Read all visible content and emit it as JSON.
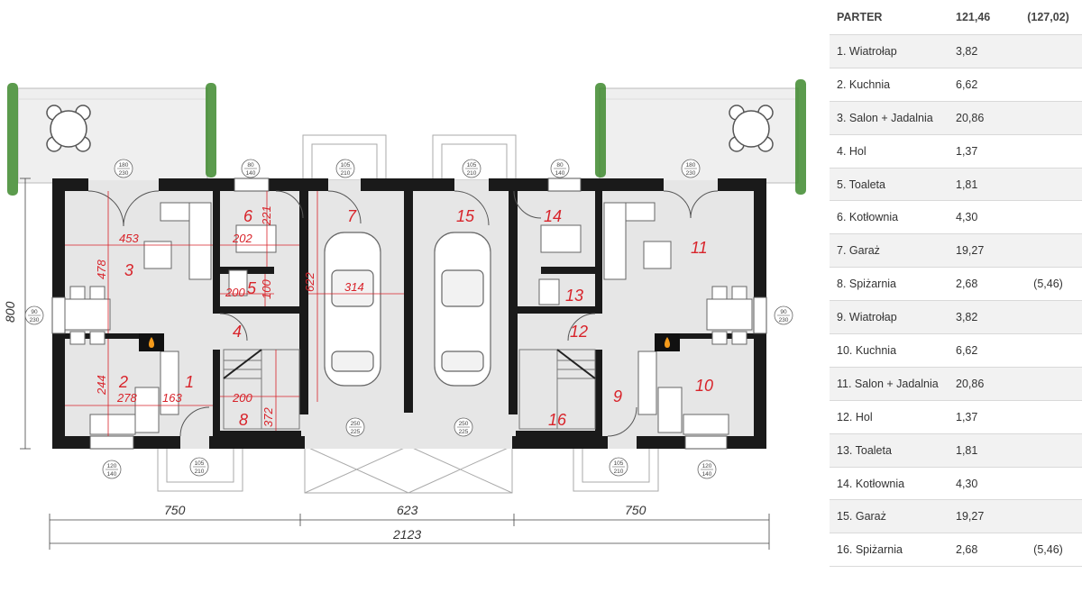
{
  "table": {
    "header": {
      "label": "PARTER",
      "area": "121,46",
      "alt": "(127,02)"
    },
    "rows": [
      {
        "label": "1. Wiatrołap",
        "area": "3,82",
        "alt": ""
      },
      {
        "label": "2. Kuchnia",
        "area": "6,62",
        "alt": ""
      },
      {
        "label": "3. Salon + Jadalnia",
        "area": "20,86",
        "alt": ""
      },
      {
        "label": "4. Hol",
        "area": "1,37",
        "alt": ""
      },
      {
        "label": "5. Toaleta",
        "area": "1,81",
        "alt": ""
      },
      {
        "label": "6. Kotłownia",
        "area": "4,30",
        "alt": ""
      },
      {
        "label": "7. Garaż",
        "area": "19,27",
        "alt": ""
      },
      {
        "label": "8. Spiżarnia",
        "area": "2,68",
        "alt": "(5,46)"
      },
      {
        "label": "9. Wiatrołap",
        "area": "3,82",
        "alt": ""
      },
      {
        "label": "10. Kuchnia",
        "area": "6,62",
        "alt": ""
      },
      {
        "label": "11. Salon + Jadalnia",
        "area": "20,86",
        "alt": ""
      },
      {
        "label": "12. Hol",
        "area": "1,37",
        "alt": ""
      },
      {
        "label": "13. Toaleta",
        "area": "1,81",
        "alt": ""
      },
      {
        "label": "14. Kotłownia",
        "area": "4,30",
        "alt": ""
      },
      {
        "label": "15. Garaż",
        "area": "19,27",
        "alt": ""
      },
      {
        "label": "16. Spiżarnia",
        "area": "2,68",
        "alt": "(5,46)"
      }
    ]
  },
  "plan": {
    "room_numbers": [
      "1",
      "2",
      "3",
      "4",
      "5",
      "6",
      "7",
      "8",
      "9",
      "10",
      "11",
      "12",
      "13",
      "14",
      "15",
      "16"
    ],
    "inner_dims": {
      "d453": "453",
      "d478": "478",
      "d244": "244",
      "d278": "278",
      "d163": "163",
      "d221": "221",
      "d202": "202",
      "d200a": "200",
      "d100": "100",
      "d622": "622",
      "d314": "314",
      "d200b": "200",
      "d372": "372"
    },
    "outer_dims": {
      "left": "750",
      "middle": "623",
      "right": "750",
      "total": "2123",
      "height": "800"
    },
    "tags": {
      "t180_230_l": [
        "180",
        "230"
      ],
      "t80_140_l": [
        "80",
        "140"
      ],
      "t105_210_g7": [
        "105",
        "210"
      ],
      "t105_210_g15": [
        "105",
        "210"
      ],
      "t80_140_r": [
        "80",
        "140"
      ],
      "t180_230_r": [
        "180",
        "230"
      ],
      "t90_230_l": [
        "90",
        "230"
      ],
      "t90_230_r": [
        "90",
        "230"
      ],
      "t250_225_l": [
        "250",
        "225"
      ],
      "t250_225_r": [
        "250",
        "225"
      ],
      "t120_140_l": [
        "120",
        "140"
      ],
      "t105_210_l": [
        "105",
        "210"
      ],
      "t105_210_r": [
        "105",
        "210"
      ],
      "t120_140_r": [
        "120",
        "140"
      ]
    }
  },
  "colors": {
    "wall": "#1a1a1a",
    "floor": "#e6e6e6",
    "dimension": "#d8232a",
    "grid": "#f1f1f1"
  }
}
